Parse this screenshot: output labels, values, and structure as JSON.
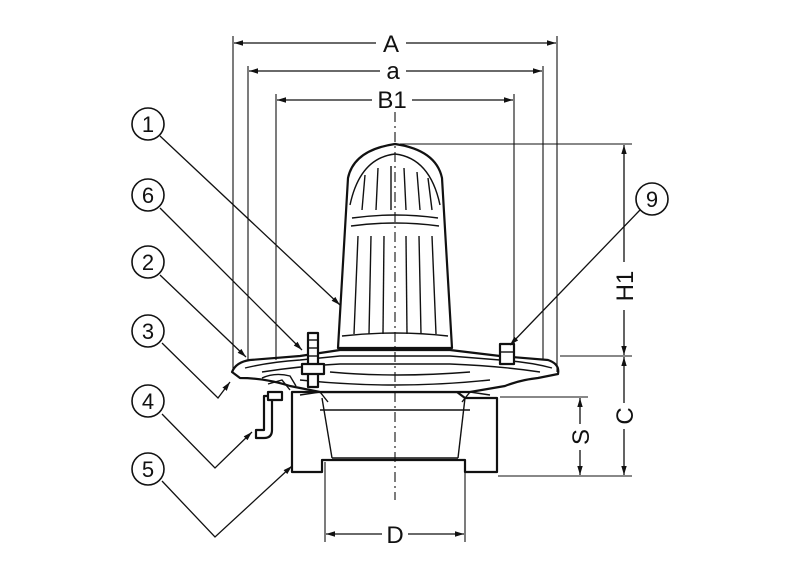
{
  "dimensions": {
    "A": "A",
    "a": "a",
    "B1": "B1",
    "H1": "H1",
    "C": "C",
    "S": "S",
    "D": "D"
  },
  "callouts": [
    "1",
    "6",
    "2",
    "3",
    "4",
    "5",
    "9"
  ]
}
